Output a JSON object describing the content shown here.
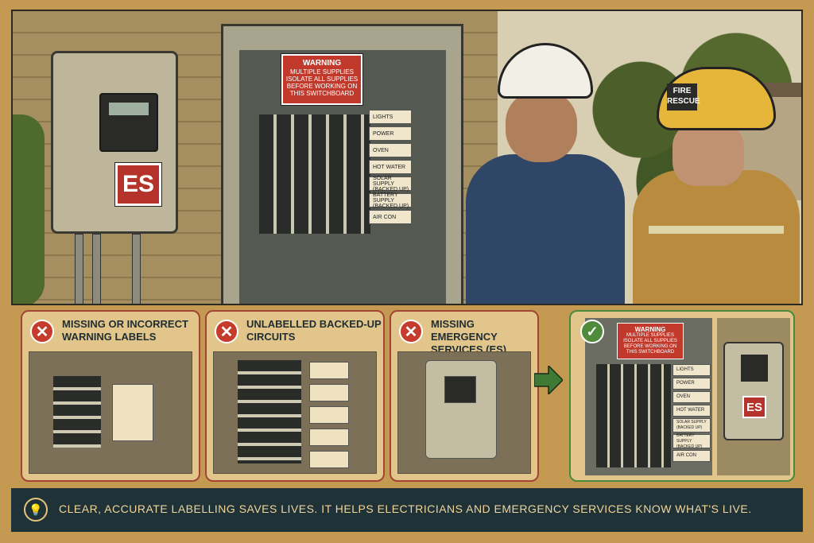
{
  "scene": {
    "meter_label": "ES",
    "warning_sign": {
      "title": "WARNING",
      "line1": "MULTIPLE SUPPLIES",
      "line2": "ISOLATE ALL SUPPLIES",
      "line3": "BEFORE WORKING ON",
      "line4": "THIS SWITCHBOARD"
    },
    "circuit_labels": [
      "LIGHTS",
      "POWER",
      "OVEN",
      "HOT WATER",
      "SOLAR SUPPLY (BACKED UP)",
      "BATTERY SUPPLY (BACKED UP)",
      "AIR CON"
    ],
    "firefighter_helmet": "FIRE RESCUE"
  },
  "panels": [
    {
      "icon": "x-icon",
      "title": "MISSING OR INCORRECT WARNING LABELS"
    },
    {
      "icon": "x-icon",
      "title": "UNLABELLED BACKED-UP CIRCUITS"
    },
    {
      "icon": "x-icon",
      "title": "MISSING EMERGENCY SERVICES (ES) LABELS"
    }
  ],
  "good_panel": {
    "warning_sign": {
      "title": "WARNING",
      "line1": "MULTIPLE SUPPLIES",
      "line2": "ISOLATE ALL SUPPLIES",
      "line3": "BEFORE WORKING ON",
      "line4": "THIS SWITCHBOARD"
    },
    "circuit_labels": [
      "LIGHTS",
      "POWER",
      "OVEN",
      "HOT WATER",
      "SOLAR SUPPLY (BACKED UP)",
      "BATTERY SUPPLY (BACKED UP)",
      "AIR CON"
    ],
    "meter_label": "ES"
  },
  "footer": {
    "icon": "lightbulb-icon",
    "text": "CLEAR, ACCURATE LABELLING SAVES LIVES. IT HELPS ELECTRICIANS AND EMERGENCY SERVICES KNOW WHAT'S LIVE."
  },
  "colors": {
    "warning_red": "#c1392b",
    "good_green": "#4f8b3b",
    "footer_bg": "#1f3238"
  }
}
